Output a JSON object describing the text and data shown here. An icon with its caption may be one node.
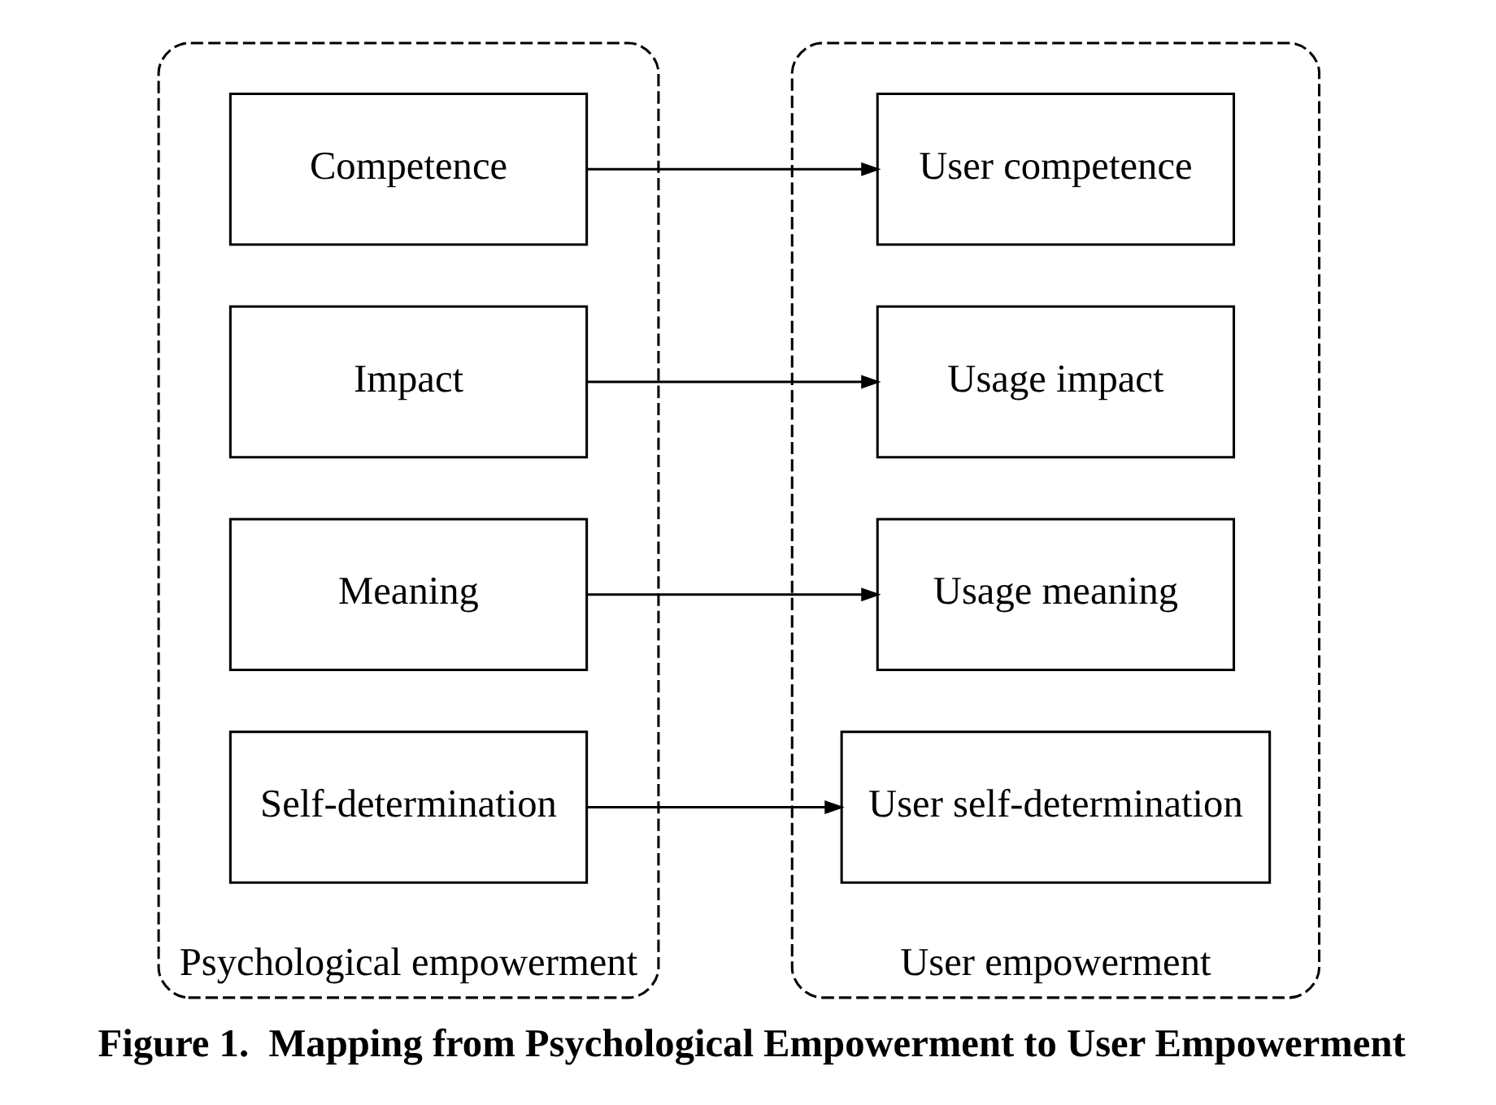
{
  "diagram": {
    "caption": "Figure 1.  Mapping from Psychological Empowerment to User Empowerment",
    "nodes": [
      {
        "text": [
          "Psychological empowerment"
        ]
      },
      {
        "text": [
          "User empowerment"
        ]
      },
      {
        "text": [
          "Competence"
        ],
        "in": 0
      },
      {
        "text": [
          "Impact"
        ],
        "in": 0
      },
      {
        "text": [
          "Meaning"
        ],
        "in": 0
      },
      {
        "text": [
          "Self-determination"
        ],
        "in": 0
      },
      {
        "text": [
          "User competence"
        ],
        "in": 1
      },
      {
        "text": [
          "Usage impact"
        ],
        "in": 1
      },
      {
        "text": [
          "Usage meaning"
        ],
        "in": 1
      },
      {
        "text": [
          "User self-determination"
        ],
        "in": 1
      }
    ],
    "edges": [
      {
        "from": 2,
        "to": 6,
        "arrow": "to"
      },
      {
        "from": 3,
        "to": 7,
        "arrow": "to"
      },
      {
        "from": 4,
        "to": 8,
        "arrow": "to"
      },
      {
        "from": 5,
        "to": 9,
        "arrow": "to"
      }
    ]
  }
}
